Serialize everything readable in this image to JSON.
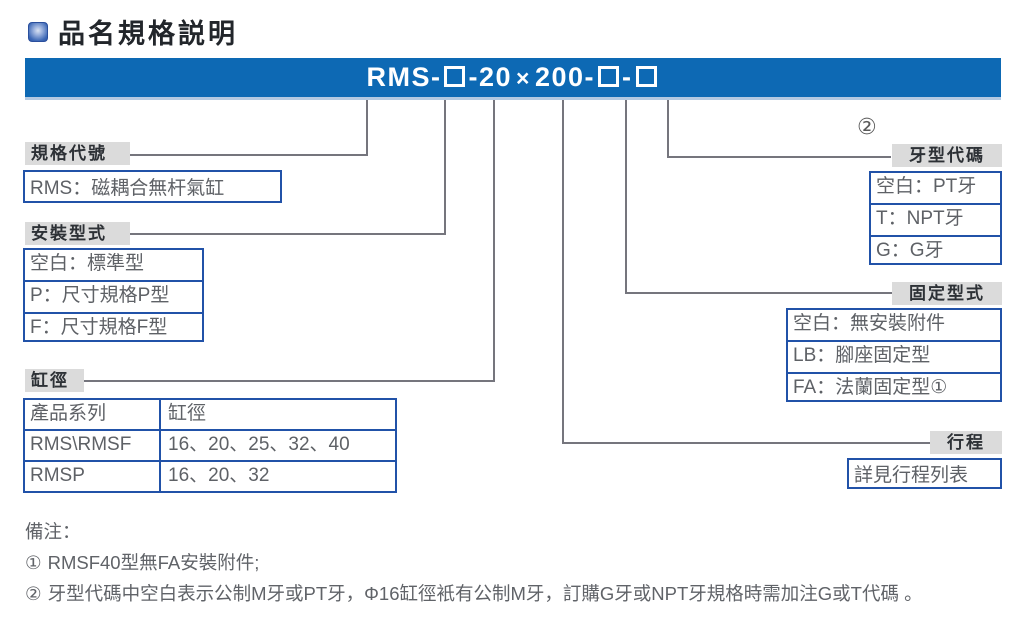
{
  "page": {
    "title": "品名規格説明"
  },
  "header": {
    "model_code": "RMS-□-20×200-□-□"
  },
  "callouts": {
    "spec_code": {
      "label": "規格代號",
      "items": [
        "RMS：磁耦合無杆氣缸"
      ]
    },
    "mounting": {
      "label": "安裝型式",
      "items": [
        "空白：標準型",
        "P：尺寸規格P型",
        "F：尺寸規格F型"
      ]
    },
    "bore": {
      "label": "缸徑",
      "table": {
        "headers": [
          "產品系列",
          "缸徑"
        ],
        "rows": [
          [
            "RMS\\RMSF",
            "16、20、25、32、40"
          ],
          [
            "RMSP",
            "16、20、32"
          ]
        ]
      }
    },
    "stroke": {
      "label": "行程",
      "items": [
        "詳見行程列表"
      ]
    },
    "fixing": {
      "label": "固定型式",
      "items": [
        "空白：無安裝附件",
        "LB：腳座固定型",
        "FA：法蘭固定型①"
      ]
    },
    "thread": {
      "label": "牙型代碼",
      "badge": "②",
      "items": [
        "空白：PT牙",
        "T：NPT牙",
        "G：G牙"
      ]
    }
  },
  "notes": {
    "heading": "備注：",
    "items": [
      {
        "marker": "①",
        "text": "RMSF40型無FA安裝附件;"
      },
      {
        "marker": "②",
        "text": "牙型代碼中空白表示公制M牙或PT牙，Φ16缸徑衹有公制M牙，訂購G牙或NPT牙規格時需加注G或T代碼 。"
      }
    ]
  },
  "colors": {
    "bar_blue": "#0d69b4",
    "box_border_blue": "#2152a8",
    "label_bg": "#dbdbdb",
    "line_gray": "#75757d"
  }
}
